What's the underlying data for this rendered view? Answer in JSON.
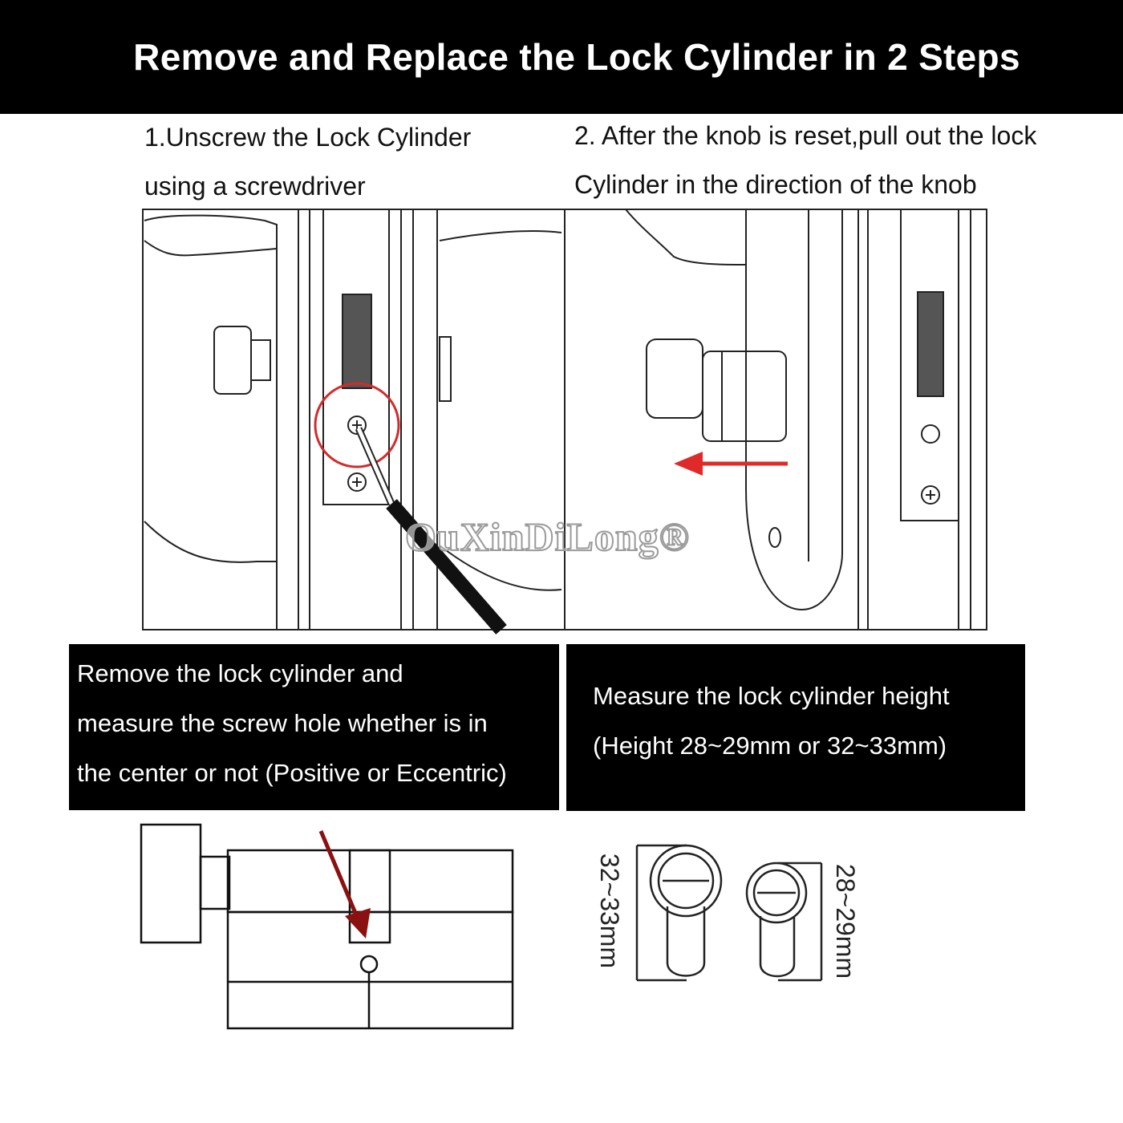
{
  "header": {
    "title": "Remove and Replace the Lock Cylinder in 2 Steps"
  },
  "steps": [
    {
      "line1": "1.Unscrew the Lock Cylinder",
      "line2": "using a screwdriver"
    },
    {
      "line1": "2. After the knob is reset,pull out the lock",
      "line2": "Cylinder in the direction of the knob"
    }
  ],
  "notes": [
    {
      "line1": "Remove the lock cylinder and",
      "line2": "measure the screw hole whether is in",
      "line3": "the center or not (Positive or Eccentric)"
    },
    {
      "line1": "Measure the lock cylinder height",
      "line2": "(Height 28~29mm or 32~33mm)"
    }
  ],
  "dimensions": {
    "large": "32~33mm",
    "small": "28~29mm"
  },
  "watermark": "OuXinDiLong®",
  "colors": {
    "banner_bg": "#000000",
    "highlight_red": "#d42a2a",
    "arrow_red": "#e02a2a",
    "arrow_dark_red": "#8b1010"
  }
}
